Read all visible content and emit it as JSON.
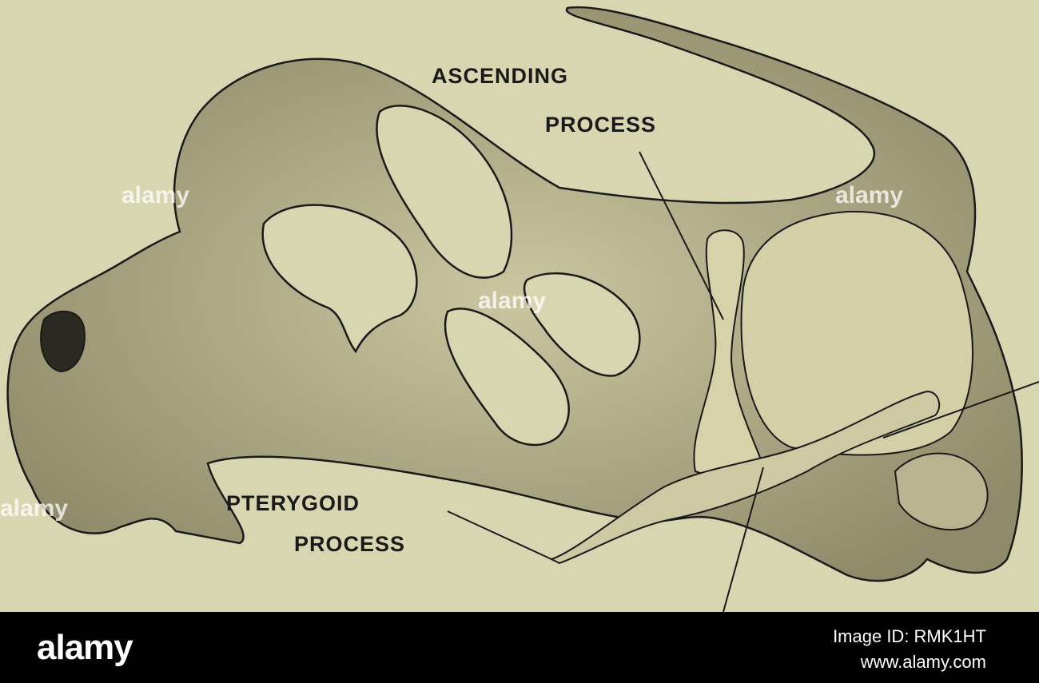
{
  "diagram": {
    "labels": {
      "ascending": "ASCENDING",
      "ascending_2": "PROCESS",
      "pterygoid": "PTERYGOID",
      "pterygoid_2": "PROCESS"
    }
  },
  "watermarks": {
    "left": "alamy",
    "center": "alamy",
    "right": "alamy",
    "bottom": "alamy"
  },
  "footer": {
    "brand": "alamy",
    "image_id": "Image ID: RMK1HT",
    "site": "www.alamy.com"
  },
  "colors": {
    "paper": "#d8d6b1",
    "ink": "#1a1a1a",
    "footer_bg": "#000000"
  }
}
